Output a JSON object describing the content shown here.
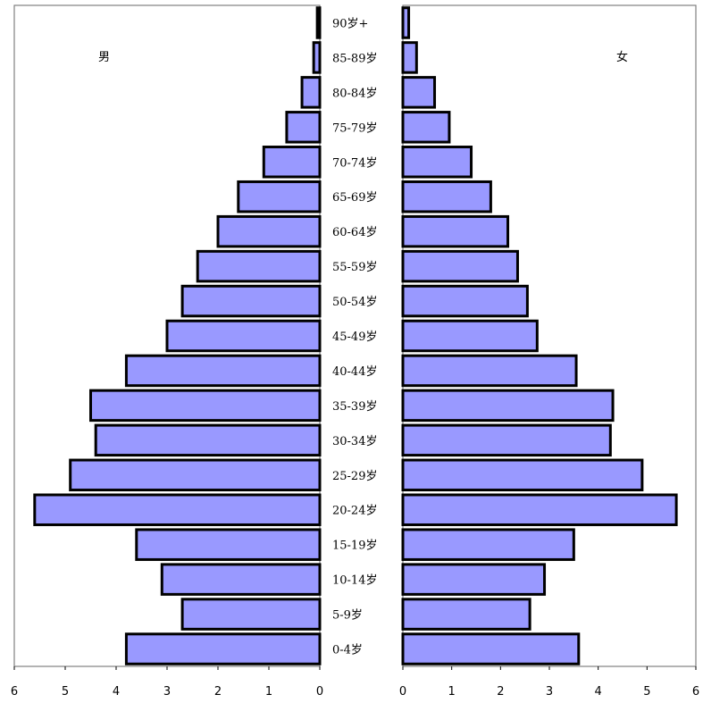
{
  "chart_data": {
    "type": "bar",
    "orientation": "horizontal",
    "subtype": "population-pyramid",
    "categories": [
      "0-4岁",
      "5-9岁",
      "10-14岁",
      "15-19岁",
      "20-24岁",
      "25-29岁",
      "30-34岁",
      "35-39岁",
      "40-44岁",
      "45-49岁",
      "50-54岁",
      "55-59岁",
      "60-64岁",
      "65-69岁",
      "70-74岁",
      "75-79岁",
      "80-84岁",
      "85-89岁",
      "90岁+"
    ],
    "series": [
      {
        "name": "男",
        "side": "left",
        "values": [
          3.8,
          2.7,
          3.1,
          3.6,
          5.6,
          4.9,
          4.4,
          4.5,
          3.8,
          3.0,
          2.7,
          2.4,
          2.0,
          1.6,
          1.1,
          0.65,
          0.35,
          0.12,
          0.05
        ]
      },
      {
        "name": "女",
        "side": "right",
        "values": [
          3.6,
          2.6,
          2.9,
          3.5,
          5.6,
          4.9,
          4.25,
          4.3,
          3.55,
          2.75,
          2.55,
          2.35,
          2.15,
          1.8,
          1.4,
          0.95,
          0.65,
          0.28,
          0.12
        ]
      }
    ],
    "left_ticks": [
      "6",
      "5",
      "4",
      "3",
      "2",
      "1",
      "0"
    ],
    "right_ticks": [
      "0",
      "1",
      "2",
      "3",
      "4",
      "5",
      "6"
    ],
    "xlim": [
      0,
      6
    ],
    "grid": false,
    "legend": "none",
    "colors": {
      "bar_fill": "#9999ff",
      "bar_stroke": "#000000",
      "frame": "#808080"
    }
  }
}
